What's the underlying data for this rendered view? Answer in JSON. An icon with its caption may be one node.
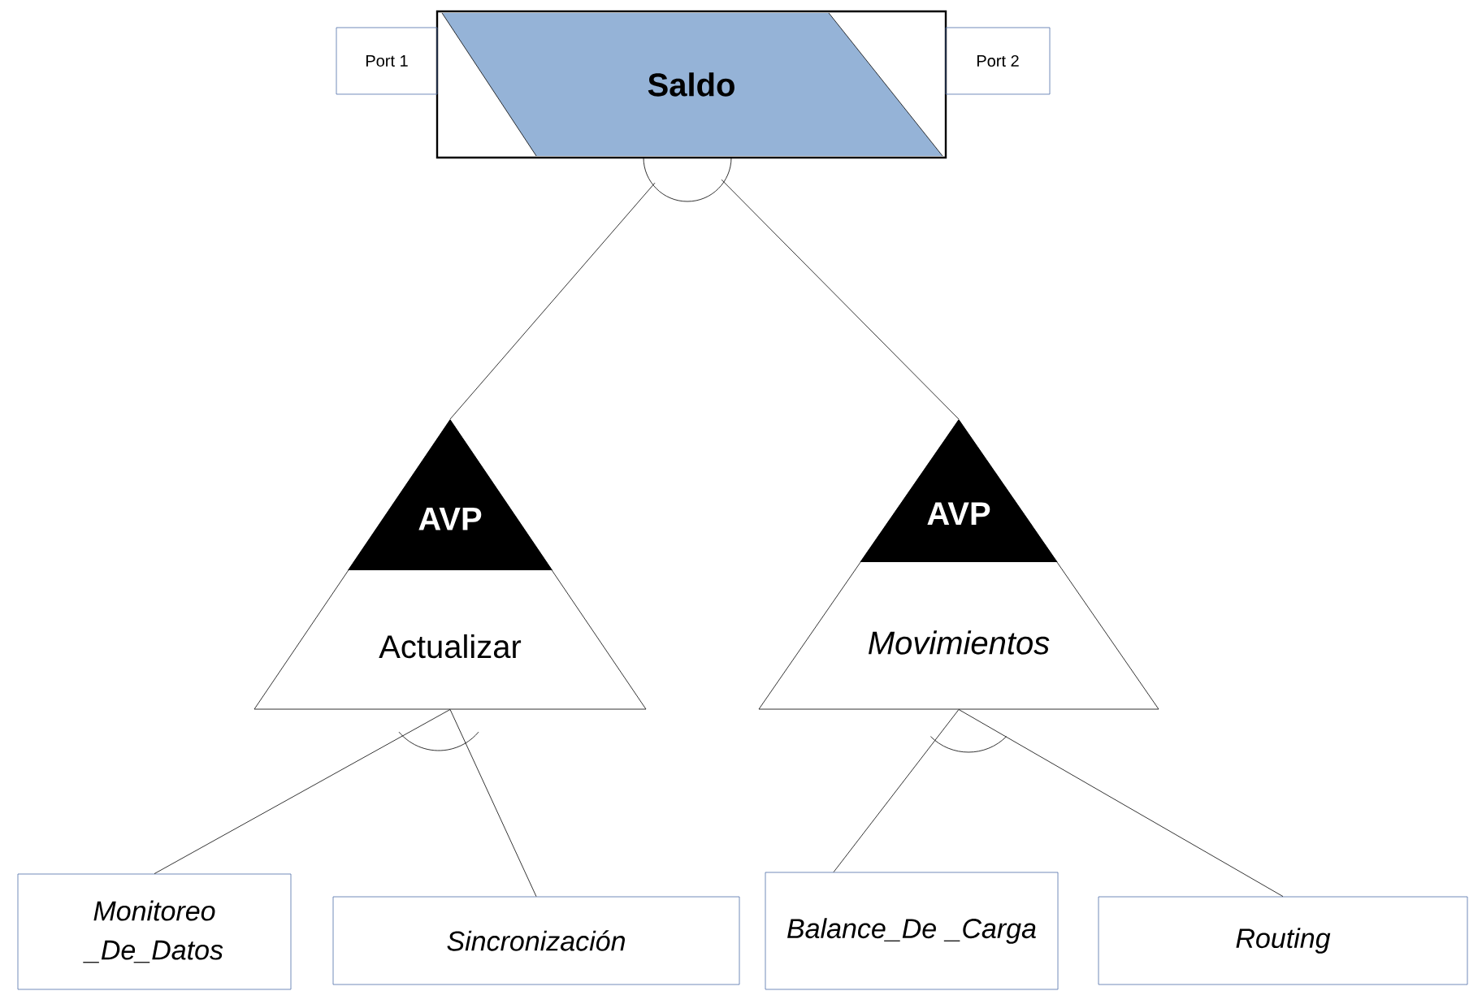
{
  "diagram": {
    "nodes": [
      {
        "text": [
          "Saldo"
        ]
      },
      {
        "text": [
          "Port 1"
        ]
      },
      {
        "text": [
          "Port 2"
        ]
      },
      {
        "text": [
          "AVP",
          "Actualizar"
        ]
      },
      {
        "text": [
          "AVP",
          "Movimientos"
        ]
      },
      {
        "text": [
          "Monitoreo _De_Datos"
        ]
      },
      {
        "text": [
          "Sincronización"
        ]
      },
      {
        "text": [
          "Balance_De _Carga"
        ]
      },
      {
        "text": [
          "Routing"
        ]
      }
    ],
    "edges": [
      {
        "from": 0,
        "to": 3,
        "arrow": "none"
      },
      {
        "from": 0,
        "to": 4,
        "arrow": "none"
      },
      {
        "from": 3,
        "to": 5,
        "arrow": "none"
      },
      {
        "from": 3,
        "to": 6,
        "arrow": "none"
      },
      {
        "from": 4,
        "to": 7,
        "arrow": "none"
      },
      {
        "from": 4,
        "to": 8,
        "arrow": "none"
      }
    ]
  }
}
